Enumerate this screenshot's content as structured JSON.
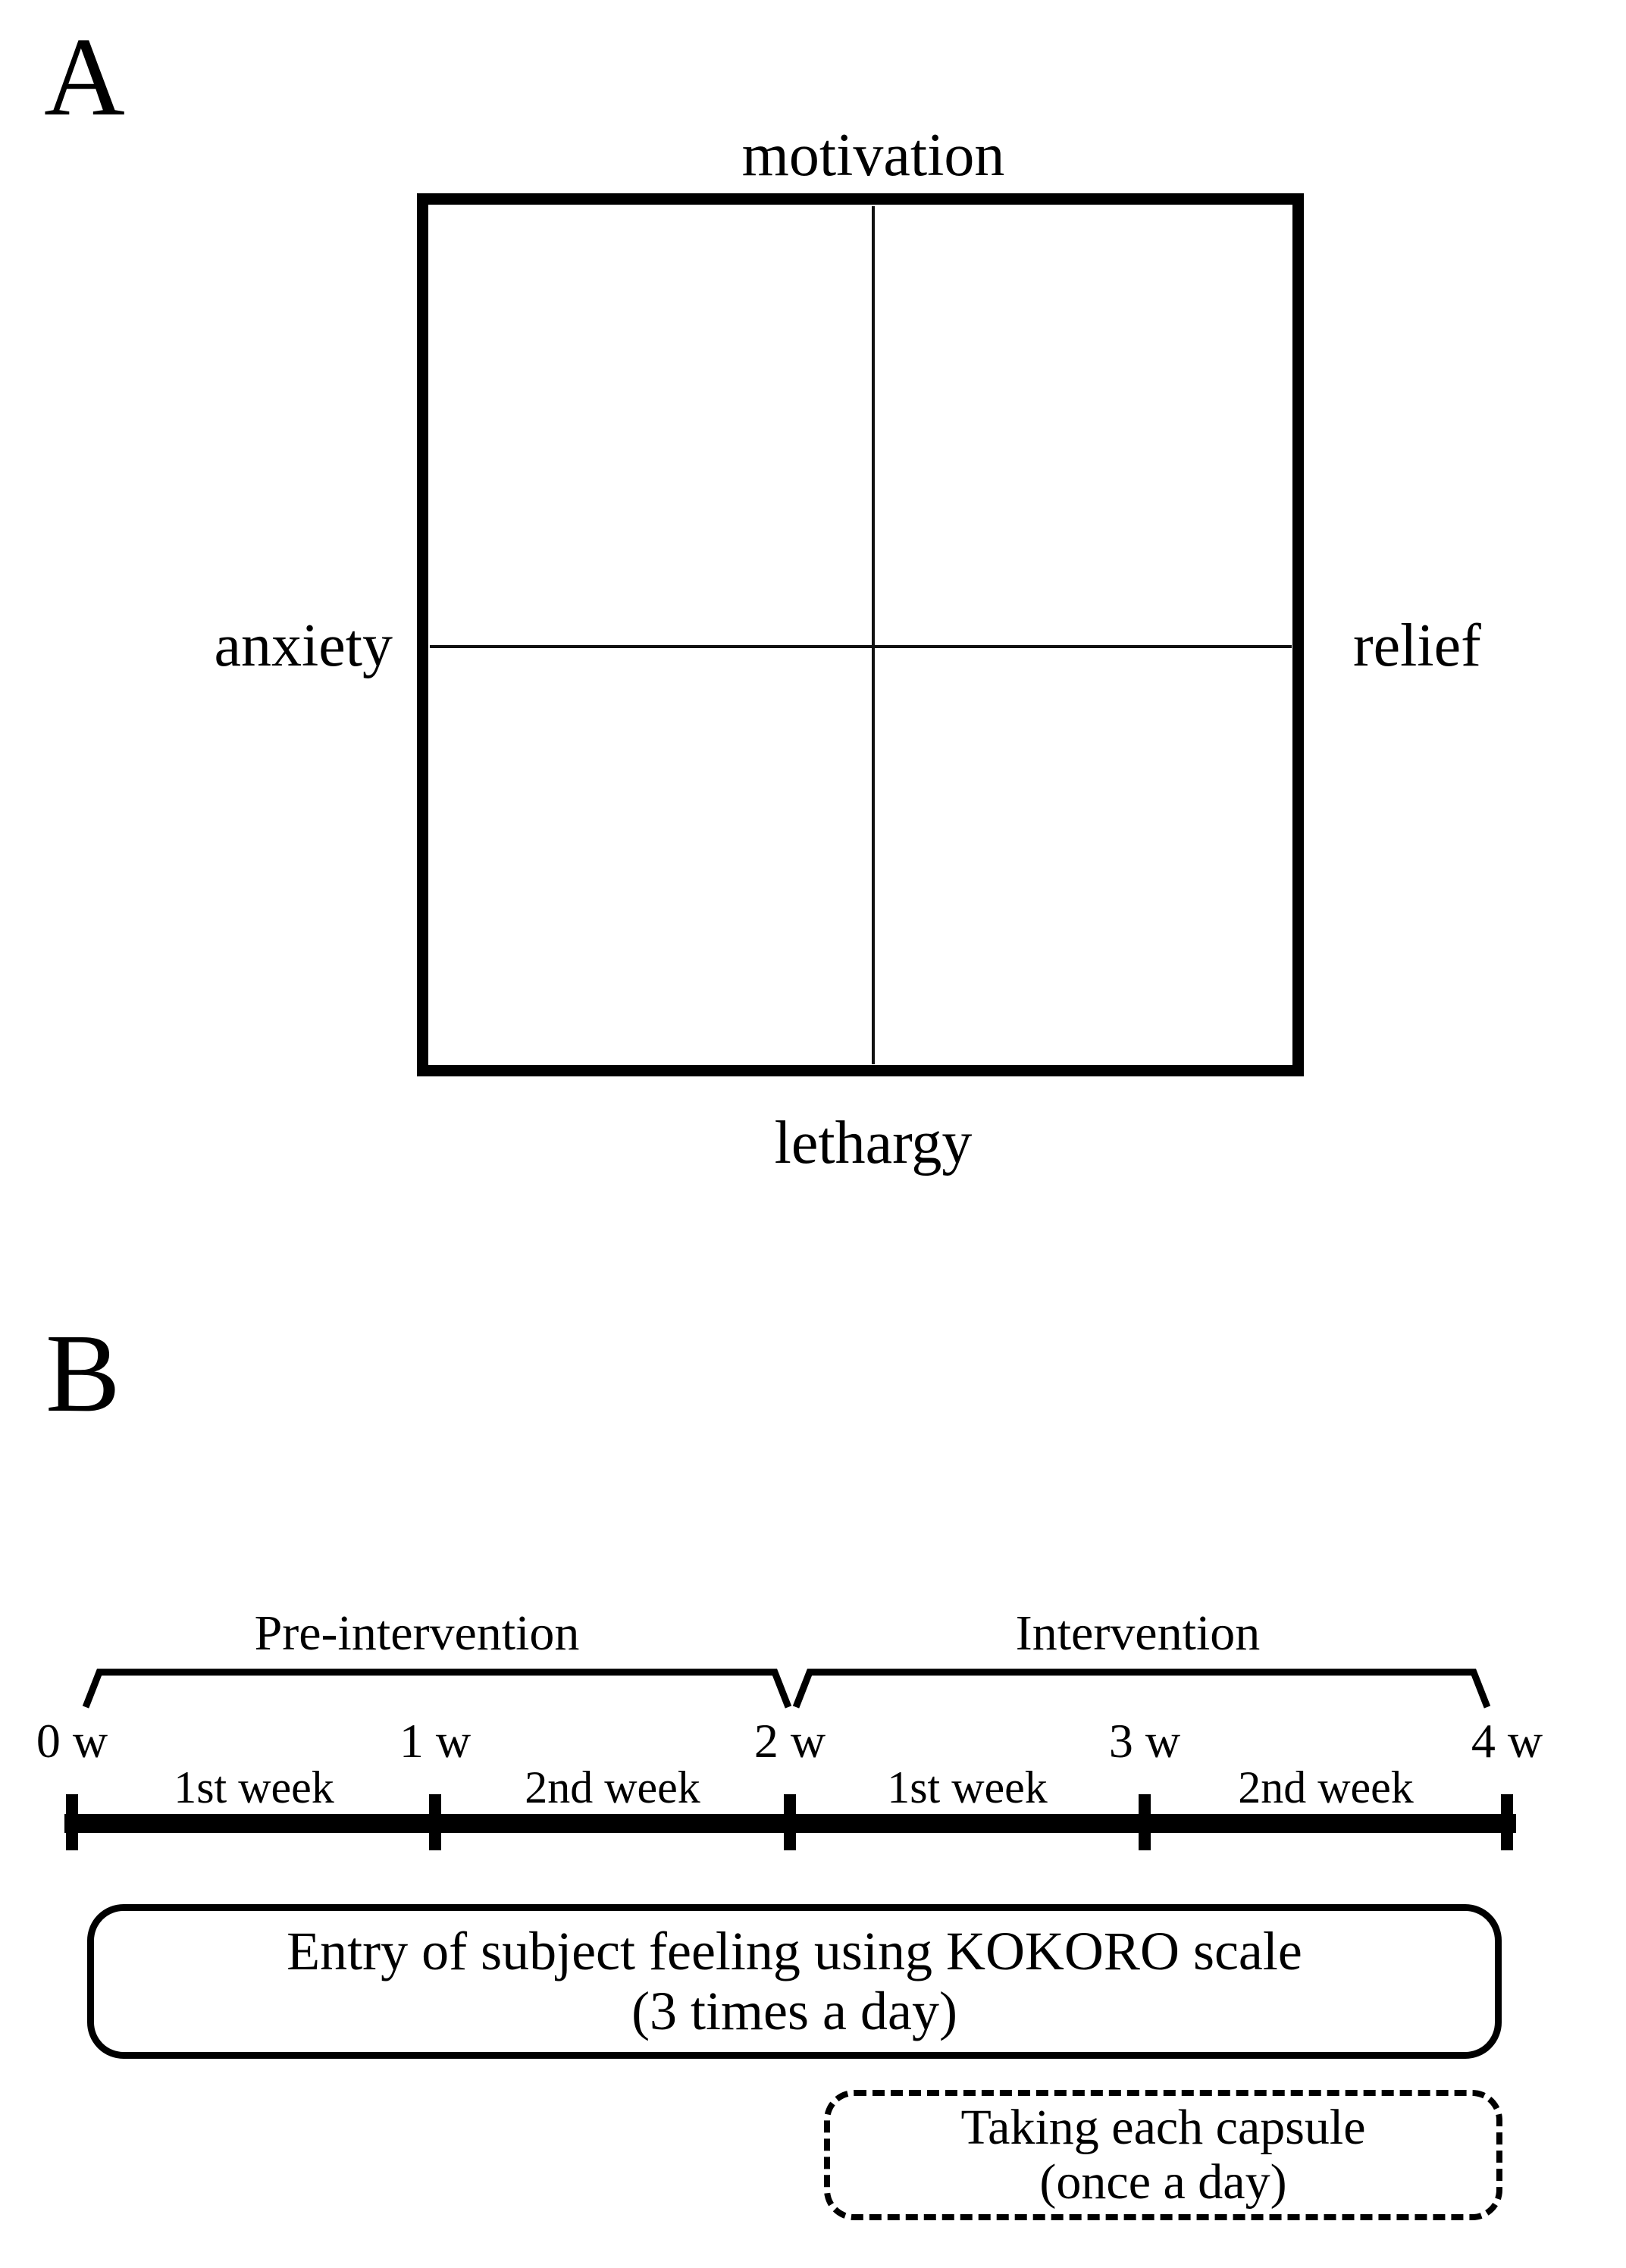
{
  "figure": {
    "background_color": "#ffffff",
    "ink_color": "#000000"
  },
  "panel_a": {
    "label": "A",
    "axis_labels": {
      "top": "motivation",
      "bottom": "lethargy",
      "left": "anxiety",
      "right": "relief"
    }
  },
  "panel_b": {
    "label": "B",
    "phase_labels": {
      "pre": "Pre-intervention",
      "intervention": "Intervention"
    },
    "week_ticks": [
      "0 w",
      "1 w",
      "2 w",
      "3 w",
      "4 w"
    ],
    "interval_labels": [
      "1st week",
      "2nd week",
      "1st week",
      "2nd week"
    ],
    "entry_box": {
      "line1": "Entry of subject feeling using KOKORO scale",
      "line2": "(3 times a day)"
    },
    "capsule_box": {
      "line1": "Taking each capsule",
      "line2": "(once a day)"
    }
  }
}
